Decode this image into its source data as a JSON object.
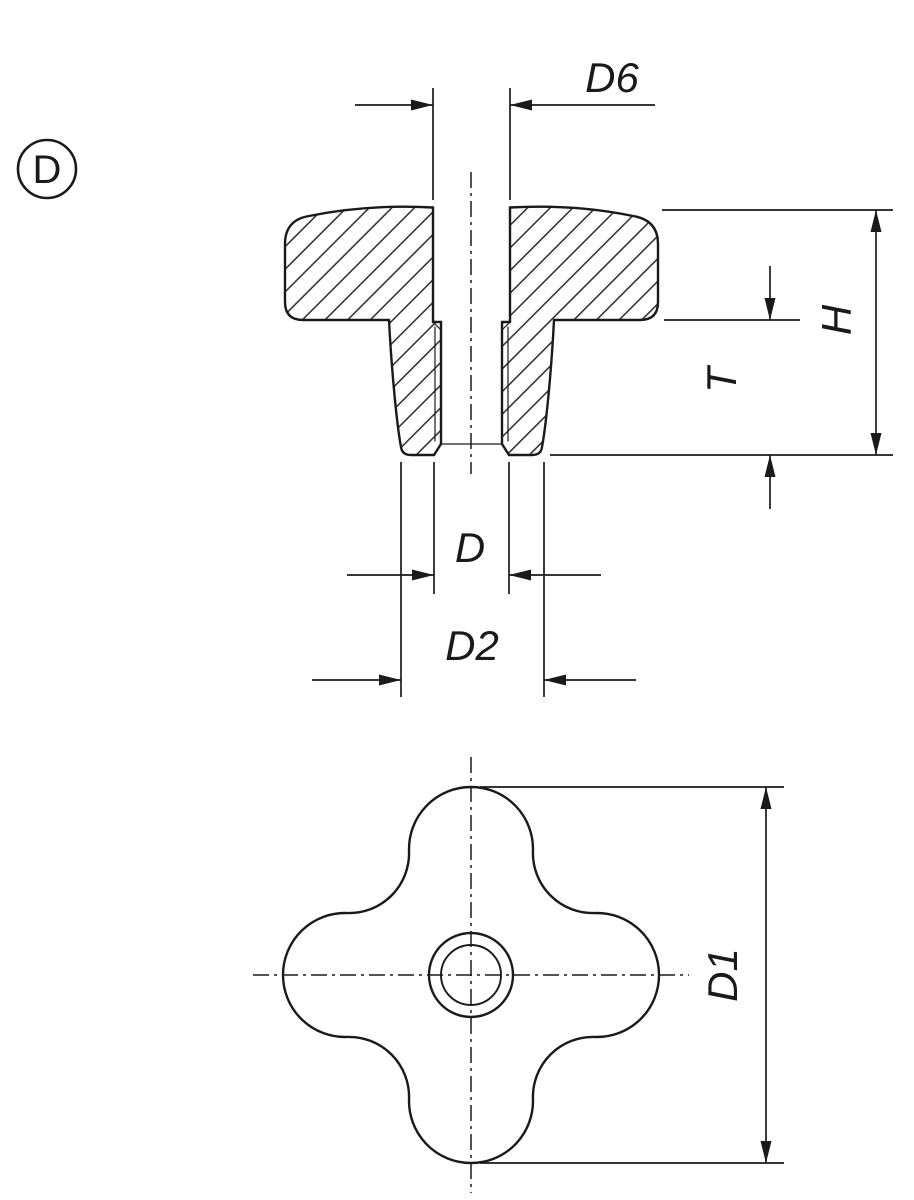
{
  "view_label": "D",
  "labels": {
    "d6": "D6",
    "h": "H",
    "t": "T",
    "d": "D",
    "d2": "D2",
    "d1": "D1"
  },
  "colors": {
    "line": "#1a1a1a",
    "background": "#ffffff"
  }
}
